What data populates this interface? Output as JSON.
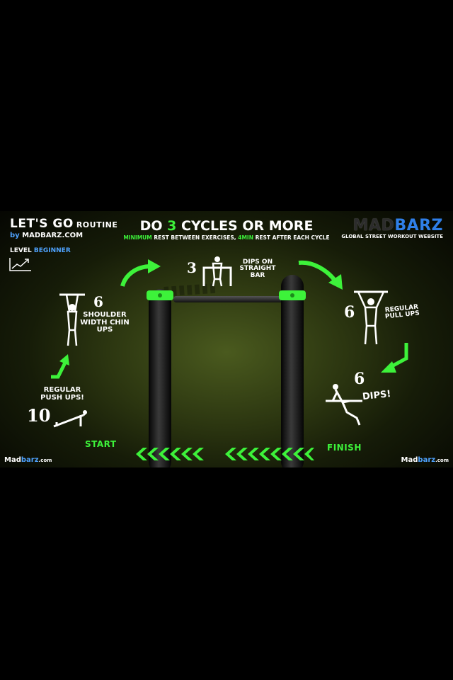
{
  "header": {
    "title": "LET'S GO",
    "title_suffix": "ROUTINE",
    "by": "by",
    "brand": "MADBARZ.COM",
    "level_label": "LEVEL",
    "level_value": "BEGINNER",
    "headline_pre": "DO",
    "headline_num": "3",
    "headline_post": "CYCLES OR MORE",
    "sub_g1": "MINIMUM",
    "sub_t1": "REST BETWEEN EXERCISES,",
    "sub_g2": "4MIN",
    "sub_t2": "REST AFTER EACH CYCLE",
    "logo_mad": "MAD",
    "logo_barz": "BARZ",
    "tagline": "GLOBAL STREET WORKOUT WEBSITE"
  },
  "exercises": [
    {
      "count": "10",
      "name": "REGULAR PUSH UPS!"
    },
    {
      "count": "6",
      "name": "SHOULDER WIDTH CHIN UPS"
    },
    {
      "count": "3",
      "name": "DIPS ON STRAIGHT BAR"
    },
    {
      "count": "6",
      "name": "REGULAR PULL UPS"
    },
    {
      "count": "6",
      "name": "DIPS!"
    }
  ],
  "labels": {
    "start": "START",
    "finish": "FINISH"
  },
  "footer": {
    "left_a": "Mad",
    "left_b": "barz",
    "left_c": ".com",
    "right_a": "Mad",
    "right_b": "barz",
    "right_c": ".com"
  },
  "colors": {
    "accent_green": "#3df23a",
    "brand_blue": "#2f7fe8"
  }
}
